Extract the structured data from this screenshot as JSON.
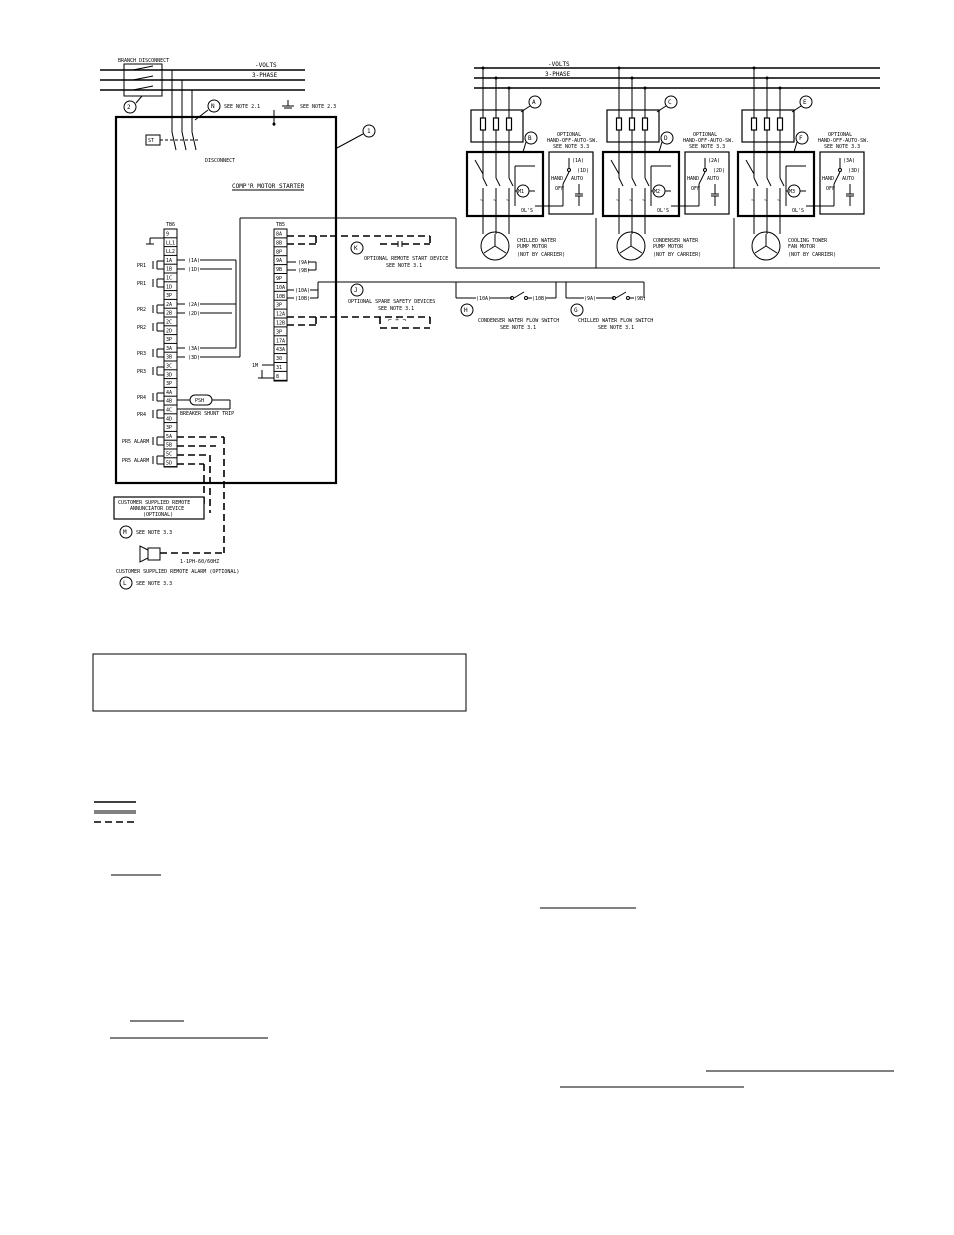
{
  "power_bus": {
    "voltage_label": "-VOLTS",
    "phase_label": "3-PHASE"
  },
  "starter_panel": {
    "branch_disconnect": "BRANCH DISCONNECT",
    "note_n": "SEE NOTE 2.1",
    "note_ground": "SEE NOTE 2.3",
    "st_symbol": "ST",
    "disconnect": "DISCONNECT",
    "title": "COMP'R MOTOR STARTER",
    "tb6_label": "TB6",
    "tb6_terminals": [
      "9",
      "LL1",
      "LL2",
      "1A",
      "1B",
      "1C",
      "1D",
      "3P",
      "2A",
      "2B",
      "2C",
      "2D",
      "3P",
      "3A",
      "3B",
      "3C",
      "3D",
      "3P",
      "4A",
      "4B",
      "4C",
      "4D",
      "3P",
      "5A",
      "5B",
      "5C",
      "5D"
    ],
    "tb5_label": "TB5",
    "tb5_terminals": [
      "8A",
      "8B",
      "8P",
      "9A",
      "9B",
      "9P",
      "10A",
      "10B",
      "3P",
      "12A",
      "12B",
      "3P",
      "17A",
      "43A",
      "30",
      "31",
      "8"
    ],
    "pr_labels": [
      "PR1",
      "PR1",
      "PR2",
      "PR2",
      "PR3",
      "PR3",
      "PR4",
      "PR4",
      "PR5 ALARM",
      "PR5 ALARM"
    ],
    "wire_labels": [
      "(1A)",
      "(1D)",
      "(2A)",
      "(2D)",
      "(3A)",
      "(3D)",
      "(9A)",
      "(9B)",
      "(10A)",
      "(10B)"
    ],
    "shunt_symbol": "PSH",
    "shunt_label": "BREAKER SHUNT TRIP",
    "one_m": "1M"
  },
  "callouts": [
    "1",
    "2",
    "N",
    "A",
    "B",
    "C",
    "D",
    "E",
    "F",
    "K",
    "J",
    "H",
    "G",
    "M",
    "L"
  ],
  "options": {
    "remote_start": "OPTIONAL REMOTE START DEVICE",
    "remote_start_note": "SEE NOTE 3.1",
    "spare_safety": "OPTIONAL SPARE SAFETY DEVICES",
    "spare_safety_note": "SEE NOTE 3.1",
    "condenser_flow": "CONDENSER WATER FLOW SWITCH",
    "condenser_flow_note": "SEE NOTE 3.1",
    "chilled_flow": "CHILLED WATER FLOW SWITCH",
    "chilled_flow_note": "SEE NOTE 3.1",
    "flow_wire_1": "(10A)",
    "flow_wire_2": "(10B)",
    "flow_wire_3": "(9A)",
    "flow_wire_4": "(9B)"
  },
  "annunciator": {
    "line1": "CUSTOMER SUPPLIED REMOTE",
    "line2": "ANNUNCIATOR DEVICE",
    "line3": "(OPTIONAL)",
    "note": "SEE NOTE 3.3"
  },
  "alarm": {
    "power": "1-1PH-60/60HZ",
    "label": "CUSTOMER SUPPLIED REMOTE ALARM (OPTIONAL)",
    "note": "SEE NOTE 3.3"
  },
  "motors": [
    {
      "name_line1": "CHILLED WATER",
      "name_line2": "PUMP MOTOR",
      "by": "(NOT BY CARRIER)",
      "coil": "M1",
      "hoa_1": "OPTIONAL",
      "hoa_2": "HAND-OFF-AUTO-SW.",
      "hoa_3": "SEE NOTE 3.3",
      "wire_a": "(1A)",
      "wire_b": "(1D)",
      "hand": "HAND",
      "auto": "AUTO",
      "off": "OFF",
      "ol": "OL'S"
    },
    {
      "name_line1": "CONDENSER WATER",
      "name_line2": "PUMP MOTOR",
      "by": "(NOT BY CARRIER)",
      "coil": "M2",
      "hoa_1": "OPTIONAL",
      "hoa_2": "HAND-OFF-AUTO-SW.",
      "hoa_3": "SEE NOTE 3.3",
      "wire_a": "(2A)",
      "wire_b": "(2D)",
      "hand": "HAND",
      "auto": "AUTO",
      "off": "OFF",
      "ol": "OL'S"
    },
    {
      "name_line1": "COOLING TOWER",
      "name_line2": "FAN MOTOR",
      "by": "(NOT BY CARRIER)",
      "coil": "M3",
      "hoa_1": "OPTIONAL",
      "hoa_2": "HAND-OFF-AUTO-SW.",
      "hoa_3": "SEE NOTE 3.3",
      "wire_a": "(3A)",
      "wire_b": "(3D)",
      "hand": "HAND",
      "auto": "AUTO",
      "off": "OFF",
      "ol": "OL'S"
    }
  ]
}
